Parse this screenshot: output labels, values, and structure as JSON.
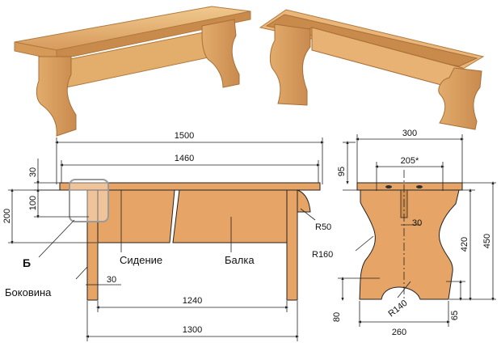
{
  "labels": {
    "b_marker": "Б",
    "side": "Боковина",
    "seat": "Сидение",
    "beam": "Балка"
  },
  "front_view": {
    "dim_total_length": "1500",
    "dim_seat_length": "1460",
    "dim_seat_thickness": "30",
    "dim_apron_height": "100",
    "dim_overall_height": "200",
    "dim_leg_thickness": "30",
    "dim_leg_inner_span": "1240",
    "dim_leg_outer_span": "1300",
    "radius_apron": "R50"
  },
  "side_view": {
    "dim_width": "300",
    "dim_top_width": "205*",
    "dim_top_height": "95",
    "dim_slot": "30",
    "dim_leg_height": "420",
    "dim_total_height": "450",
    "radius_side": "R160",
    "radius_bottom": "R140",
    "dim_foot_height": "80",
    "dim_foot_height_right": "65",
    "dim_bottom_width": "260"
  },
  "colors": {
    "wood": "#e8a768",
    "wood_dark": "#c98a4e",
    "wood_light": "#f2c98f",
    "line": "#222222"
  }
}
